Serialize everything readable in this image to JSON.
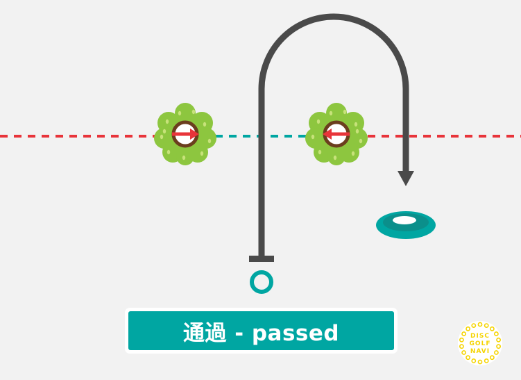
{
  "caption": {
    "text": "通過 - passed"
  },
  "logo": {
    "line1": "DISC",
    "line2": "GOLF",
    "line3": "NAVI"
  },
  "colors": {
    "background": "#f2f2f2",
    "boundary_line": "#e8343a",
    "gap_line": "#00a6a2",
    "flight_path": "#4a4a4a",
    "tree_foliage": "#8dc63f",
    "tree_trunk_ring": "#6b3e1e",
    "direction_arrow": "#e8343a",
    "disc": "#00a6a2",
    "tee_marker": "#00a6a2",
    "banner": "#00a6a2",
    "logo": "#f5d400"
  },
  "icons": {
    "left_tree": "tree-arrow-right-icon",
    "right_tree": "tree-arrow-left-icon",
    "throw_start": "tee-circle-icon",
    "landing": "flying-disc-icon"
  }
}
